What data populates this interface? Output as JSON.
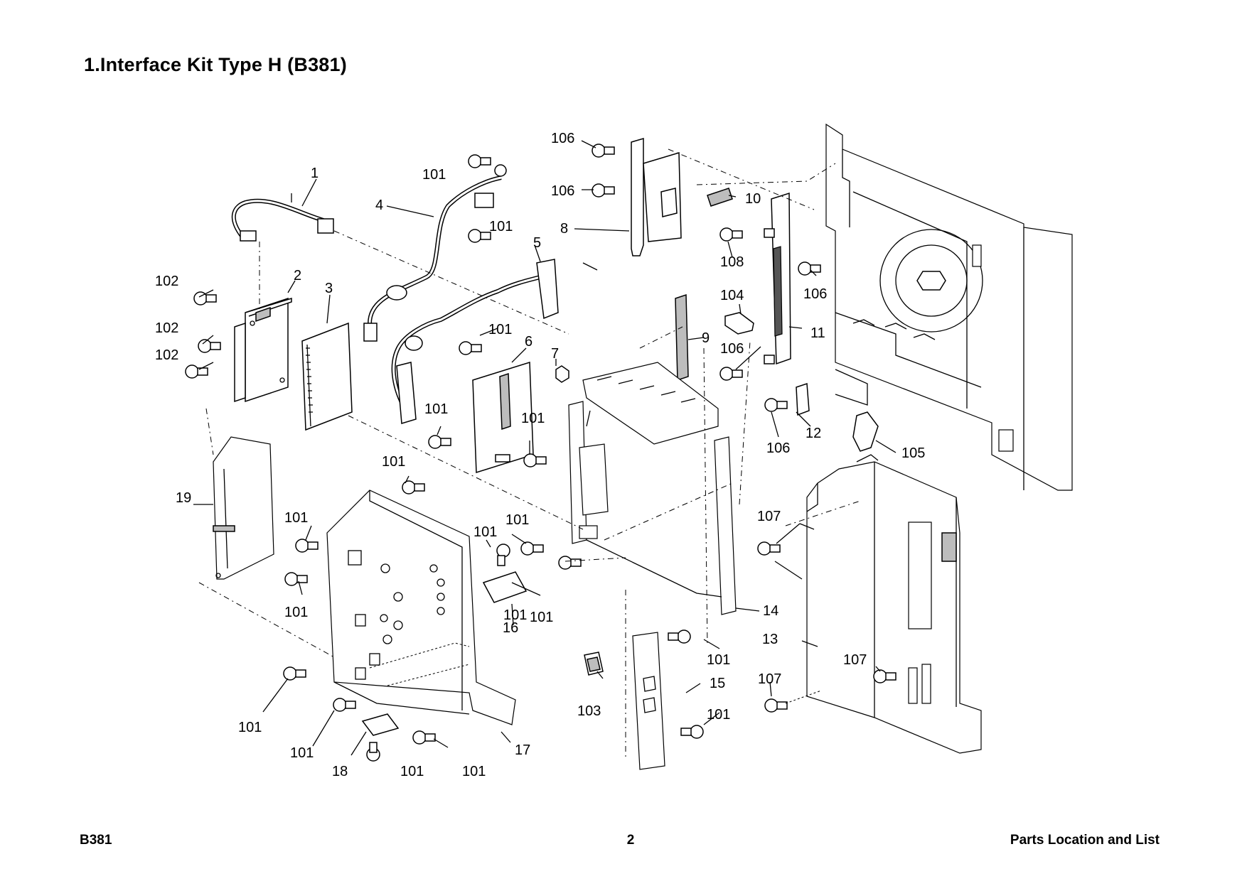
{
  "title": "1.Interface Kit Type H (B381)",
  "footer": {
    "left": "B381",
    "center": "2",
    "right": "Parts Location and List"
  },
  "callouts": [
    {
      "id": "c-1",
      "text": "1"
    },
    {
      "id": "c-2",
      "text": "2"
    },
    {
      "id": "c-3",
      "text": "3"
    },
    {
      "id": "c-4",
      "text": "4"
    },
    {
      "id": "c-5",
      "text": "5"
    },
    {
      "id": "c-6",
      "text": "6"
    },
    {
      "id": "c-7",
      "text": "7"
    },
    {
      "id": "c-8",
      "text": "8"
    },
    {
      "id": "c-9",
      "text": "9"
    },
    {
      "id": "c-10",
      "text": "10"
    },
    {
      "id": "c-11",
      "text": "11"
    },
    {
      "id": "c-12",
      "text": "12"
    },
    {
      "id": "c-13",
      "text": "13"
    },
    {
      "id": "c-14",
      "text": "14"
    },
    {
      "id": "c-15",
      "text": "15"
    },
    {
      "id": "c-16",
      "text": "16"
    },
    {
      "id": "c-17",
      "text": "17"
    },
    {
      "id": "c-18",
      "text": "18"
    },
    {
      "id": "c-19",
      "text": "19"
    },
    {
      "id": "c-101a",
      "text": "101"
    },
    {
      "id": "c-101b",
      "text": "101"
    },
    {
      "id": "c-101c",
      "text": "101"
    },
    {
      "id": "c-101d",
      "text": "101"
    },
    {
      "id": "c-101e",
      "text": "101"
    },
    {
      "id": "c-101f",
      "text": "101"
    },
    {
      "id": "c-101g",
      "text": "101"
    },
    {
      "id": "c-101h",
      "text": "101"
    },
    {
      "id": "c-101i",
      "text": "101"
    },
    {
      "id": "c-101j",
      "text": "101"
    },
    {
      "id": "c-101k",
      "text": "101"
    },
    {
      "id": "c-101l",
      "text": "101"
    },
    {
      "id": "c-101m",
      "text": "101"
    },
    {
      "id": "c-101n",
      "text": "101"
    },
    {
      "id": "c-101o",
      "text": "101"
    },
    {
      "id": "c-101p",
      "text": "101"
    },
    {
      "id": "c-101q",
      "text": "101"
    },
    {
      "id": "c-101r",
      "text": "101"
    },
    {
      "id": "c-102a",
      "text": "102"
    },
    {
      "id": "c-102b",
      "text": "102"
    },
    {
      "id": "c-102c",
      "text": "102"
    },
    {
      "id": "c-103",
      "text": "103"
    },
    {
      "id": "c-104",
      "text": "104"
    },
    {
      "id": "c-105",
      "text": "105"
    },
    {
      "id": "c-106a",
      "text": "106"
    },
    {
      "id": "c-106b",
      "text": "106"
    },
    {
      "id": "c-106c",
      "text": "106"
    },
    {
      "id": "c-106d",
      "text": "106"
    },
    {
      "id": "c-106e",
      "text": "106"
    },
    {
      "id": "c-107a",
      "text": "107"
    },
    {
      "id": "c-107b",
      "text": "107"
    },
    {
      "id": "c-107c",
      "text": "107"
    },
    {
      "id": "c-108",
      "text": "108"
    }
  ]
}
